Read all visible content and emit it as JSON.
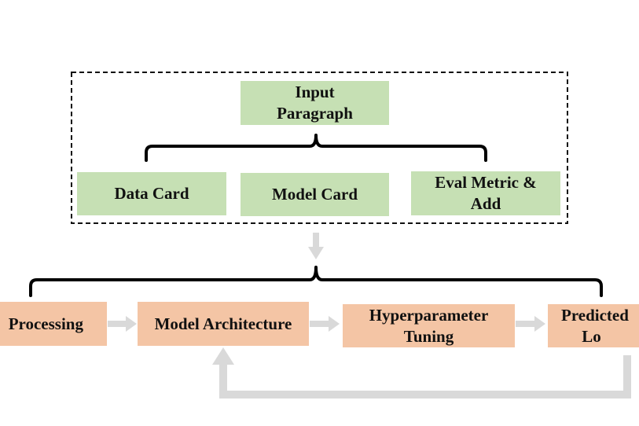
{
  "top_group": {
    "input": "Input\nParagraph",
    "data_card": "Data Card",
    "model_card": "Model Card",
    "eval_metric": "Eval Metric &\nAdd"
  },
  "pipeline": {
    "processing": "Processing",
    "model_architecture": "Model Architecture",
    "hyperparameter_tuning": "Hyperparameter\nTuning",
    "predicted": "Predicted\n     Lo"
  },
  "colors": {
    "green": "#c6e0b4",
    "orange": "#f4c5a5",
    "arrow": "#d9d9d9",
    "bracket": "#000000"
  }
}
